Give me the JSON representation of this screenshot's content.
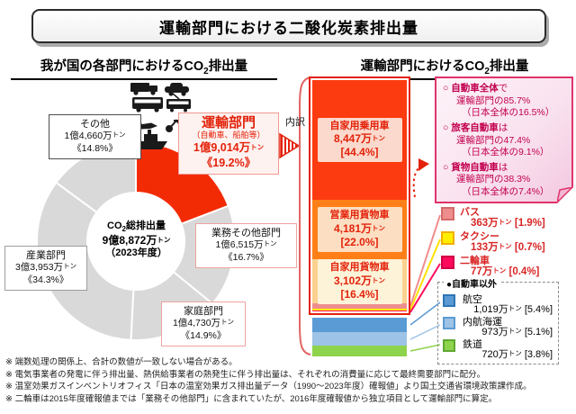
{
  "title": "運輸部門における二酸化炭素排出量",
  "left_section": {
    "header": {
      "pre": "我が国の各部門におけるCO",
      "sub": "2",
      "post": "排出量"
    },
    "uchiwake_label": "内訳"
  },
  "right_section": {
    "header": {
      "pre": "運輸部門におけるCO",
      "sub": "2",
      "post": "排出量"
    },
    "callout": {
      "items": [
        {
          "bullet": "○",
          "strong": "自動車全体",
          "rest": "で",
          "line2": "運輸部門の85.7%",
          "line3": "（日本全体の16.5%）"
        },
        {
          "bullet": "○",
          "strong": "旅客自動車",
          "rest": "は",
          "line2": "運輸部門の47.4%",
          "line3": "（日本全体の9.1%）"
        },
        {
          "bullet": "○",
          "strong": "貨物自動車",
          "rest": "は",
          "line2": "運輸部門の38.3%",
          "line3": "（日本全体の7.4%）"
        }
      ]
    },
    "other_legend_title": "●自動車以外"
  },
  "chart_data": [
    {
      "type": "pie",
      "title": "我が国の各部門におけるCO2排出量",
      "units": "万トン",
      "total_10k_tons": 98872,
      "center_title_pre": "CO",
      "center_title_sub": "2",
      "center_title_post": "総排出量",
      "center_value": "9億8,872万",
      "center_unit": "トン",
      "center_note": "（2023年度）",
      "slices": [
        {
          "label": "運輸部門",
          "name_en": "transport",
          "note": "（自動車、船舶等）",
          "value_10k_tons": 19014,
          "percent": 19.2,
          "value_display": "1億9,014万",
          "unit": "トン",
          "share_display": "《19.2%》",
          "color": "#f32b05"
        },
        {
          "label": "業務その他部門",
          "name_en": "business-other",
          "value_10k_tons": 16515,
          "percent": 16.7,
          "value_display": "1億6,515万",
          "unit": "トン",
          "share_display": "《16.7%》",
          "color": "#d9d9d9"
        },
        {
          "label": "家庭部門",
          "name_en": "household",
          "value_10k_tons": 14730,
          "percent": 14.9,
          "value_display": "1億4,730万",
          "unit": "トン",
          "share_display": "《14.9%》",
          "color": "#d9d9d9"
        },
        {
          "label": "産業部門",
          "name_en": "industry",
          "value_10k_tons": 33953,
          "percent": 34.3,
          "value_display": "3億3,953万",
          "unit": "トン",
          "share_display": "《34.3%》",
          "color": "#d9d9d9"
        },
        {
          "label": "その他",
          "name_en": "other",
          "value_10k_tons": 14660,
          "percent": 14.9,
          "value_display": "1億4,660万",
          "unit": "トン",
          "share_display": "《14.8%》",
          "color": "#d9d9d9"
        }
      ],
      "legend_position": "on-chart-boxes",
      "grid": false
    },
    {
      "type": "bar",
      "subtype": "stacked-single-column",
      "title": "運輸部門におけるCO2排出量",
      "units": "万トン",
      "ylim": [
        0,
        100
      ],
      "segments": [
        {
          "label": "自家用乗用車",
          "name_en": "private-passenger-car",
          "value_10k_tons": 8447,
          "percent": 44.4,
          "value_display": "8,447万",
          "unit": "トン",
          "share_display": "[44.4%]",
          "color": "#fd3b10",
          "label_bg": "#fbd9cd",
          "group": "auto"
        },
        {
          "label": "営業用貨物車",
          "name_en": "commercial-truck",
          "value_10k_tons": 4181,
          "percent": 22.0,
          "value_display": "4,181万",
          "unit": "トン",
          "share_display": "[22.0%]",
          "color": "#fe7f17",
          "label_bg": "#fcdfc3",
          "group": "auto"
        },
        {
          "label": "自家用貨物車",
          "name_en": "private-truck",
          "value_10k_tons": 3102,
          "percent": 16.4,
          "value_display": "3,102万",
          "unit": "トン",
          "share_display": "[16.4%]",
          "color": "#fbd18f",
          "label_bg": "#fdf3d9",
          "group": "auto"
        },
        {
          "label": "バス",
          "name_en": "bus",
          "value_10k_tons": 363,
          "percent": 1.9,
          "value_display": "363万",
          "unit": "トン",
          "share_display": "[1.9%]",
          "color": "#ee8d8d",
          "border": "#d46a6a",
          "group": "auto"
        },
        {
          "label": "タクシー",
          "name_en": "taxi",
          "value_10k_tons": 133,
          "percent": 0.7,
          "value_display": "133万",
          "unit": "トン",
          "share_display": "[0.7%]",
          "color": "#ffee00",
          "border": "#f0b000",
          "group": "auto"
        },
        {
          "label": "二輪車",
          "name_en": "motorcycle",
          "value_10k_tons": 77,
          "percent": 0.4,
          "value_display": "77万",
          "unit": "トン",
          "share_display": "[0.4%]",
          "color": "#ff0a5c",
          "border": "#cf0045",
          "group": "auto"
        },
        {
          "label": "航空",
          "name_en": "aviation",
          "value_10k_tons": 1019,
          "percent": 5.4,
          "value_display": "1,019万",
          "unit": "トン",
          "share_display": "[5.4%]",
          "color": "#5b9bd5",
          "border": "#2e75b6",
          "group": "non-auto"
        },
        {
          "label": "内航海運",
          "name_en": "coastal-shipping",
          "value_10k_tons": 973,
          "percent": 5.1,
          "value_display": "973万",
          "unit": "トン",
          "share_display": "[5.1%]",
          "color": "#9dc3e6",
          "border": "#5b9bd5",
          "group": "non-auto"
        },
        {
          "label": "鉄道",
          "name_en": "railway",
          "value_10k_tons": 720,
          "percent": 3.8,
          "value_display": "720万",
          "unit": "トン",
          "share_display": "[3.8%]",
          "color": "#8ed34c",
          "border": "#5fa832",
          "group": "non-auto"
        }
      ]
    }
  ],
  "footnotes": [
    "※ 端数処理の関係上、合計の数値が一致しない場合がある。",
    "※ 電気事業者の発電に伴う排出量、熱供給事業者の熱発生に伴う排出量は、それぞれの消費量に応じて最終需要部門に配分。",
    "※ 温室効果ガスインベントリオフィス「日本の温室効果ガス排出量データ（1990～2023年度）確報値」より国土交通省環境政策課作成。",
    "※ 二輪車は2015年度確報値までは「業務その他部門」に含まれていたが、2016年度確報値から独立項目として運輸部門に算定。"
  ],
  "colors": {
    "accent_red": "#e3220a",
    "callout_text": "#c2004f",
    "callout_border": "#e0336a",
    "donut_gray": "#d9d9d9",
    "legend_red_text": "#d92525"
  }
}
